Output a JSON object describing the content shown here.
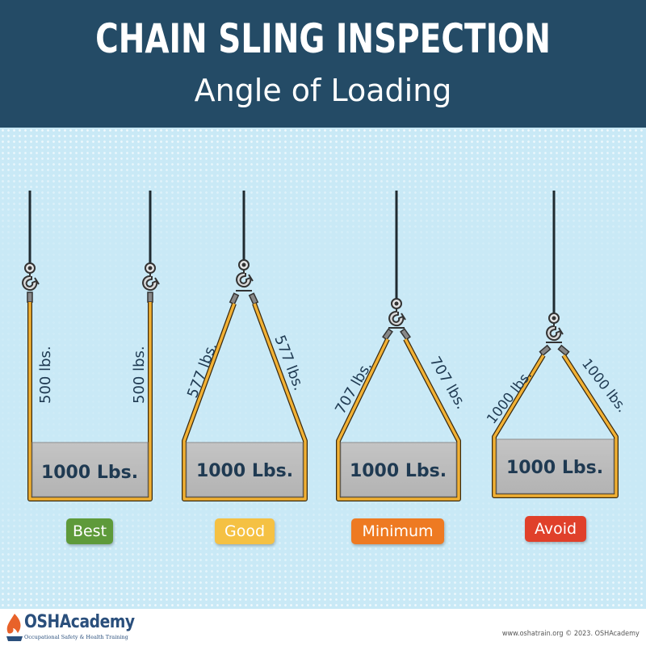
{
  "header": {
    "title": "CHAIN SLING INSPECTION",
    "subtitle": "Angle of Loading"
  },
  "slings": [
    {
      "leg_left": "500 lbs.",
      "leg_right": "500 lbs.",
      "load": "1000 Lbs.",
      "rating": "Best"
    },
    {
      "leg_left": "577 lbs.",
      "leg_right": "577 lbs.",
      "load": "1000 Lbs.",
      "rating": "Good"
    },
    {
      "leg_left": "707 lbs.",
      "leg_right": "707 lbs.",
      "load": "1000 Lbs.",
      "rating": "Minimum"
    },
    {
      "leg_left": "1000 lbs.",
      "leg_right": "1000 lbs.",
      "load": "1000 Lbs.",
      "rating": "Avoid"
    }
  ],
  "rating_colors": {
    "Best": "#5e9a3a",
    "Good": "#f5c143",
    "Minimum": "#ee7a22",
    "Avoid": "#e0402a"
  },
  "footer": {
    "logo_text": "OSHAcademy",
    "logo_tagline": "Occupational Safety & Health Training",
    "credit": "www.oshatrain.org © 2023. OSHAcademy"
  }
}
